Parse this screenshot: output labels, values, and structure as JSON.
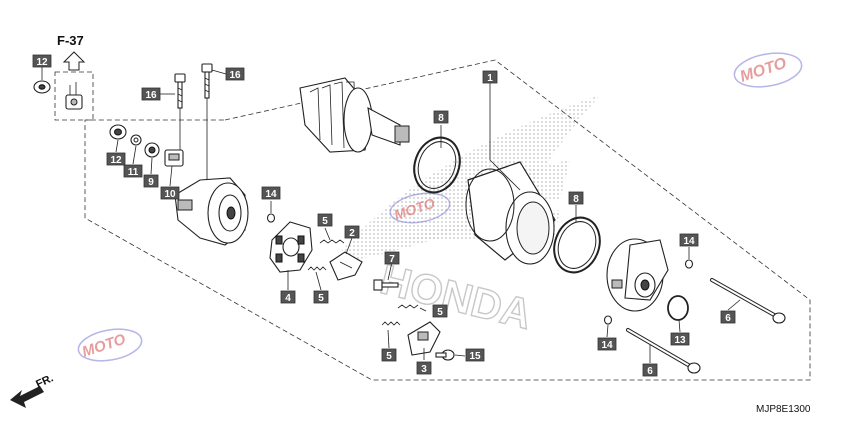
{
  "section_ref": "F-37",
  "direction_label": "FR.",
  "diagram_code": "MJP8E1300",
  "watermark_brand": "HONDA",
  "watermark_site": "MOTO",
  "callouts": [
    {
      "id": "c1",
      "label": "1"
    },
    {
      "id": "c2",
      "label": "2"
    },
    {
      "id": "c3",
      "label": "3"
    },
    {
      "id": "c4",
      "label": "4"
    },
    {
      "id": "c5a",
      "label": "5"
    },
    {
      "id": "c5b",
      "label": "5"
    },
    {
      "id": "c5c",
      "label": "5"
    },
    {
      "id": "c5d",
      "label": "5"
    },
    {
      "id": "c6a",
      "label": "6"
    },
    {
      "id": "c6b",
      "label": "6"
    },
    {
      "id": "c7",
      "label": "7"
    },
    {
      "id": "c8a",
      "label": "8"
    },
    {
      "id": "c8b",
      "label": "8"
    },
    {
      "id": "c9",
      "label": "9"
    },
    {
      "id": "c10",
      "label": "10"
    },
    {
      "id": "c11",
      "label": "11"
    },
    {
      "id": "c12a",
      "label": "12"
    },
    {
      "id": "c12b",
      "label": "12"
    },
    {
      "id": "c13",
      "label": "13"
    },
    {
      "id": "c14a",
      "label": "14"
    },
    {
      "id": "c14b",
      "label": "14"
    },
    {
      "id": "c14c",
      "label": "14"
    },
    {
      "id": "c15",
      "label": "15"
    },
    {
      "id": "c16a",
      "label": "16"
    },
    {
      "id": "c16b",
      "label": "16"
    }
  ]
}
